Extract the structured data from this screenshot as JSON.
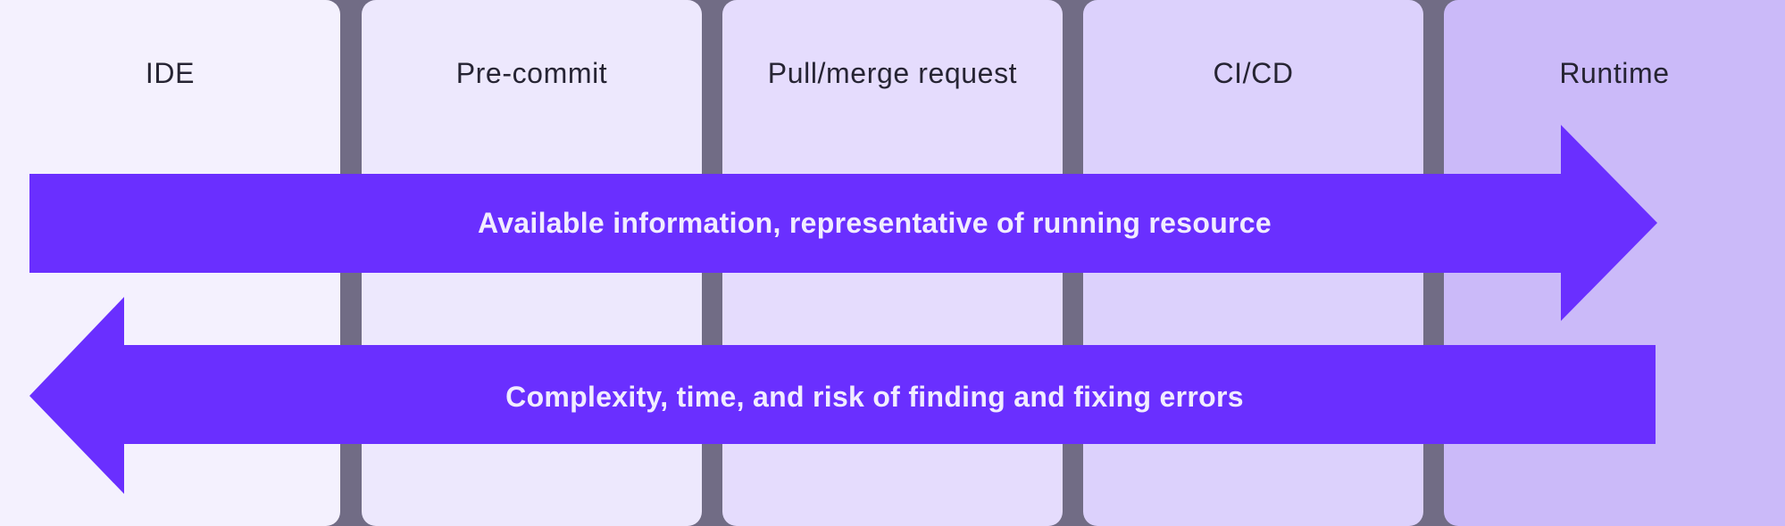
{
  "stages": [
    {
      "label": "IDE"
    },
    {
      "label": "Pre-commit"
    },
    {
      "label": "Pull/merge request"
    },
    {
      "label": "CI/CD"
    },
    {
      "label": "Runtime"
    }
  ],
  "arrows": {
    "forward": {
      "direction": "right",
      "label": "Available information, representative of running resource"
    },
    "backward": {
      "direction": "left",
      "label": "Complexity, time, and risk of finding and fixing errors"
    }
  },
  "colors": {
    "background": "#716c85",
    "arrow": "#6a2fff",
    "arrow_text": "#f1ecff",
    "stage_text": "#262433",
    "stage_fills": [
      "#f4f1fe",
      "#ede8fd",
      "#e5dcfd",
      "#dcd1fc",
      "#cbbaf9"
    ]
  }
}
